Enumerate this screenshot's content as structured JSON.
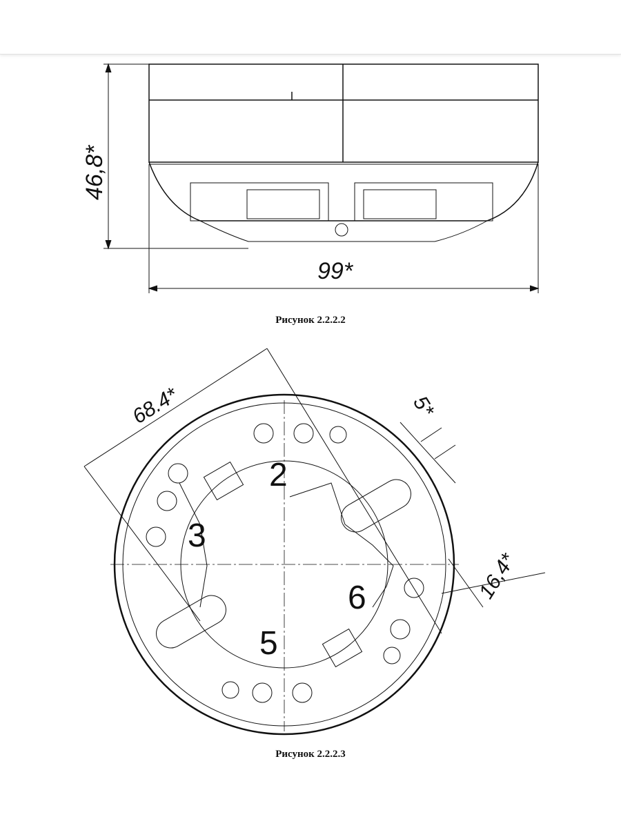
{
  "figure1": {
    "caption": "Рисунок 2.2.2.2",
    "dim_height": "46,8*",
    "dim_width": "99*"
  },
  "figure2": {
    "caption": "Рисунок 2.2.2.3",
    "dim_diameter": "68.4*",
    "dim_slot_width": "5*",
    "dim_slot_offset": "16,4*",
    "terminal_labels": [
      "2",
      "3",
      "6",
      "5"
    ]
  }
}
